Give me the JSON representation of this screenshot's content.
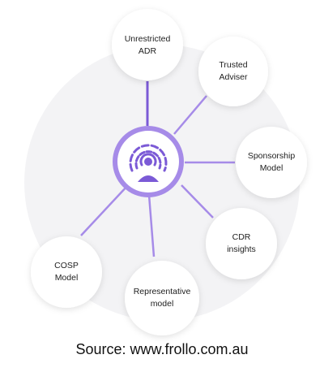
{
  "colors": {
    "accent": "#7b5ad6",
    "accent_light": "#a68be8",
    "halo": "#f2f2f4",
    "node_fill": "#ffffff"
  },
  "hub": {
    "icon": "podcast-person-icon"
  },
  "nodes": [
    {
      "id": "unrestricted-adr",
      "lines": [
        "Unrestricted",
        "ADR"
      ]
    },
    {
      "id": "trusted-adviser",
      "lines": [
        "Trusted",
        "Adviser"
      ]
    },
    {
      "id": "sponsorship-model",
      "lines": [
        "Sponsorship",
        "Model"
      ]
    },
    {
      "id": "cdr-insights",
      "lines": [
        "CDR",
        "insights"
      ]
    },
    {
      "id": "representative-model",
      "lines": [
        "Representative",
        "model"
      ]
    },
    {
      "id": "cosp-model",
      "lines": [
        "COSP",
        "Model"
      ]
    }
  ],
  "source": "Source: www.frollo.com.au"
}
